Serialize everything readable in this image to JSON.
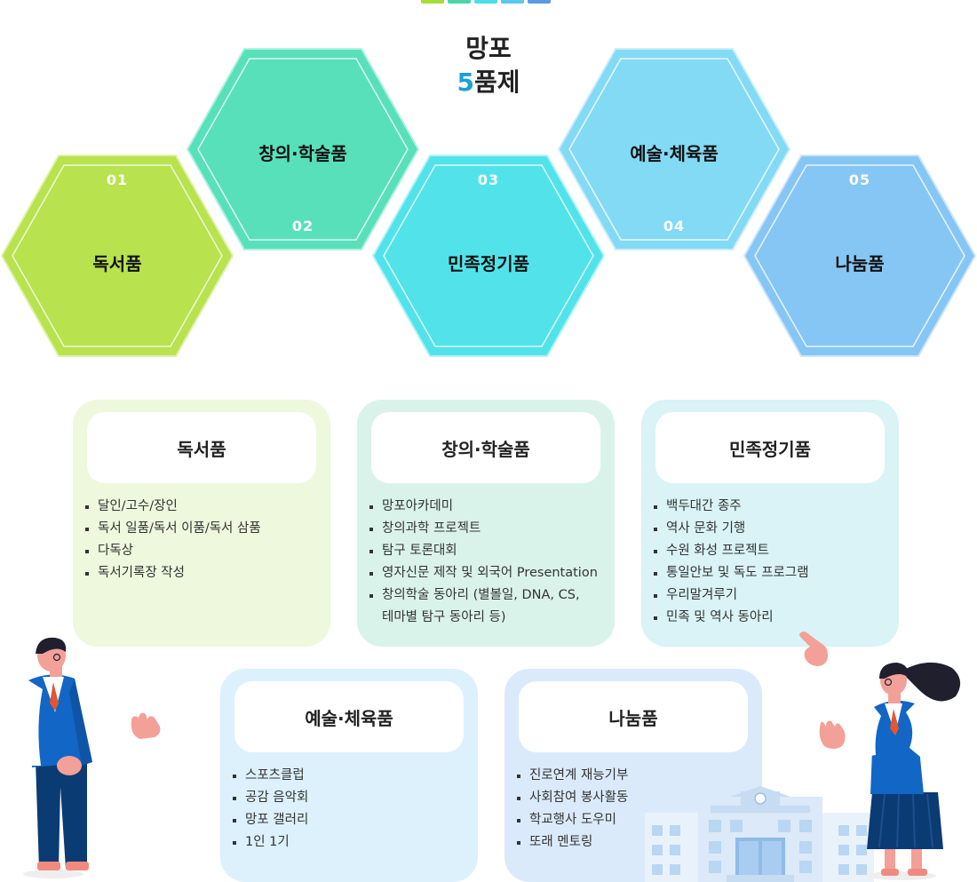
{
  "title": {
    "line1": "망포",
    "number": "5",
    "line2_rest": "품제"
  },
  "top_bars": [
    "#a7dd3a",
    "#48d6a6",
    "#48dfe6",
    "#5cc7ef",
    "#5a9ae6"
  ],
  "hexagons": [
    {
      "number": "01",
      "label": "독서품",
      "color": "#b8e24e",
      "line": "#dff3a8"
    },
    {
      "number": "02",
      "label": "창의·학술품",
      "color": "#58e0bb",
      "line": "#b2f1df"
    },
    {
      "number": "03",
      "label": "민족정기품",
      "color": "#52e3ea",
      "line": "#b3f3f6"
    },
    {
      "number": "04",
      "label": "예술·체육품",
      "color": "#83daf4",
      "line": "#cbeefa"
    },
    {
      "number": "05",
      "label": "나눔품",
      "color": "#86c6f4",
      "line": "#cde6fb"
    }
  ],
  "cards": [
    {
      "title": "독서품",
      "bg": "#eef8dd",
      "items": [
        "달인/고수/장인",
        "독서 일품/독서 이품/독서 삼품",
        "다독상",
        "독서기록장 작성"
      ]
    },
    {
      "title": "창의·학술품",
      "bg": "#daf3ea",
      "items": [
        "망포아카데미",
        "창의과학 프로젝트",
        "탐구 토론대회",
        "영자신문 제작 및 외국어 Presentation",
        "창의학술 동아리 (별볼일, DNA, CS,",
        "테마별 탐구 동아리 등)"
      ]
    },
    {
      "title": "민족정기품",
      "bg": "#d9f3f6",
      "items": [
        "백두대간 종주",
        "역사 문화 기행",
        "수원 화성 프로젝트",
        "통일안보 및 독도 프로그램",
        "우리말겨루기",
        "민족 및 역사 동아리"
      ]
    },
    {
      "title": "예술·체육품",
      "bg": "#dcf1fb",
      "items": [
        "스포츠클럽",
        "공감 음악회",
        "망포 갤러리",
        "1인 1기"
      ]
    },
    {
      "title": "나눔품",
      "bg": "#dbeafb",
      "items": [
        "진로연계 재능기부",
        "사회참여 봉사활동",
        "학교행사 도우미",
        "또래 멘토링"
      ]
    }
  ],
  "icons": [
    "student-boy-illustration",
    "pointing-hand-icon",
    "student-girl-illustration",
    "school-building-illustration"
  ]
}
